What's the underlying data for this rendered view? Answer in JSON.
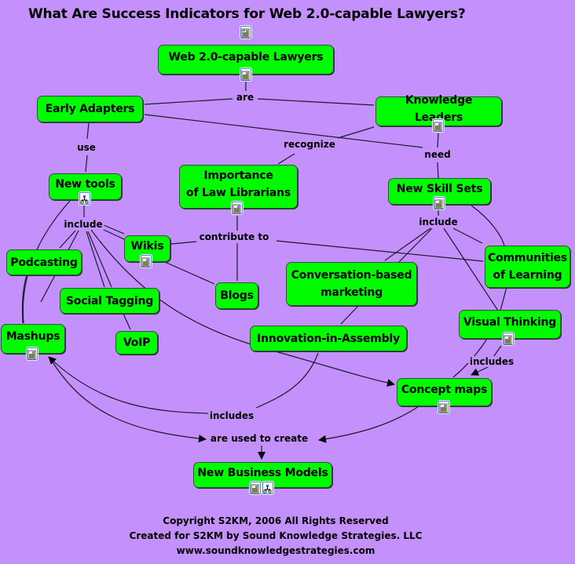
{
  "title": "What Are Success Indicators for Web 2.0-capable Lawyers?",
  "title_icon": "document-icon",
  "colors": {
    "background": "#c490fb",
    "node_fill": "#00fc00",
    "node_border": "#2e4f3a",
    "line": "#1a1a2e"
  },
  "nodes": [
    {
      "id": "web20",
      "label": "Web 2.0-capable Lawyers",
      "icons": [
        "document"
      ]
    },
    {
      "id": "early",
      "label": "Early Adapters",
      "icons": []
    },
    {
      "id": "knowledge",
      "label": "Knowledge Leaders",
      "icons": [
        "document"
      ]
    },
    {
      "id": "newtools",
      "label": "New tools",
      "icons": [
        "concept-map"
      ]
    },
    {
      "id": "importance",
      "label": "Importance\nof Law Librarians",
      "icons": [
        "document"
      ]
    },
    {
      "id": "skillsets",
      "label": "New Skill Sets",
      "icons": [
        "document"
      ]
    },
    {
      "id": "podcasting",
      "label": "Podcasting",
      "icons": []
    },
    {
      "id": "wikis",
      "label": "Wikis",
      "icons": [
        "document"
      ]
    },
    {
      "id": "blogs",
      "label": "Blogs",
      "icons": []
    },
    {
      "id": "socialtag",
      "label": "Social Tagging",
      "icons": []
    },
    {
      "id": "voip",
      "label": "VoIP",
      "icons": []
    },
    {
      "id": "mashups",
      "label": "Mashups",
      "icons": [
        "document"
      ]
    },
    {
      "id": "conversation",
      "label": "Conversation-based\nmarketing",
      "icons": []
    },
    {
      "id": "innovation",
      "label": "Innovation-in-Assembly",
      "icons": []
    },
    {
      "id": "communities",
      "label": "Communities\nof Learning",
      "icons": []
    },
    {
      "id": "visual",
      "label": "Visual Thinking",
      "icons": [
        "document"
      ]
    },
    {
      "id": "conceptmaps",
      "label": "Concept maps",
      "icons": [
        "document"
      ]
    },
    {
      "id": "bizmodels",
      "label": "New Business Models",
      "icons": [
        "document",
        "concept-map"
      ]
    }
  ],
  "linking_phrases": [
    {
      "id": "are",
      "label": "are"
    },
    {
      "id": "use",
      "label": "use"
    },
    {
      "id": "recognize",
      "label": "recognize"
    },
    {
      "id": "need",
      "label": "need"
    },
    {
      "id": "include1",
      "label": "include"
    },
    {
      "id": "include2",
      "label": "include"
    },
    {
      "id": "contribute",
      "label": "contribute to"
    },
    {
      "id": "includes1",
      "label": "includes"
    },
    {
      "id": "includes2",
      "label": "includes"
    },
    {
      "id": "usedtocreate",
      "label": "are used to create"
    }
  ],
  "connections": [
    [
      "web20",
      "are"
    ],
    [
      "are",
      "early"
    ],
    [
      "are",
      "knowledge"
    ],
    [
      "early",
      "use"
    ],
    [
      "use",
      "newtools"
    ],
    [
      "knowledge",
      "recognize"
    ],
    [
      "recognize",
      "importance"
    ],
    [
      "early",
      "need"
    ],
    [
      "knowledge",
      "need"
    ],
    [
      "need",
      "skillsets"
    ],
    [
      "newtools",
      "include1"
    ],
    [
      "include1",
      "podcasting"
    ],
    [
      "include1",
      "wikis"
    ],
    [
      "include1",
      "socialtag"
    ],
    [
      "include1",
      "mashups"
    ],
    [
      "include1",
      "conceptmaps"
    ],
    [
      "socialtag",
      "voip"
    ],
    [
      "importance",
      "contribute"
    ],
    [
      "contribute",
      "wikis"
    ],
    [
      "contribute",
      "blogs"
    ],
    [
      "contribute",
      "communities"
    ],
    [
      "wikis",
      "blogs"
    ],
    [
      "skillsets",
      "include2"
    ],
    [
      "include2",
      "conversation"
    ],
    [
      "include2",
      "communities"
    ],
    [
      "include2",
      "visual"
    ],
    [
      "conversation",
      "innovation"
    ],
    [
      "innovation",
      "includes1"
    ],
    [
      "includes1",
      "mashups"
    ],
    [
      "visual",
      "includes2"
    ],
    [
      "includes2",
      "conceptmaps"
    ],
    [
      "mashups",
      "usedtocreate"
    ],
    [
      "conceptmaps",
      "usedtocreate"
    ],
    [
      "usedtocreate",
      "bizmodels"
    ]
  ],
  "footer": {
    "line1": "Copyright S2KM, 2006 All Rights Reserved",
    "line2": "Created for S2KM by Sound Knowledge Strategies. LLC",
    "line3": "www.soundknowledgestrategies.com"
  }
}
